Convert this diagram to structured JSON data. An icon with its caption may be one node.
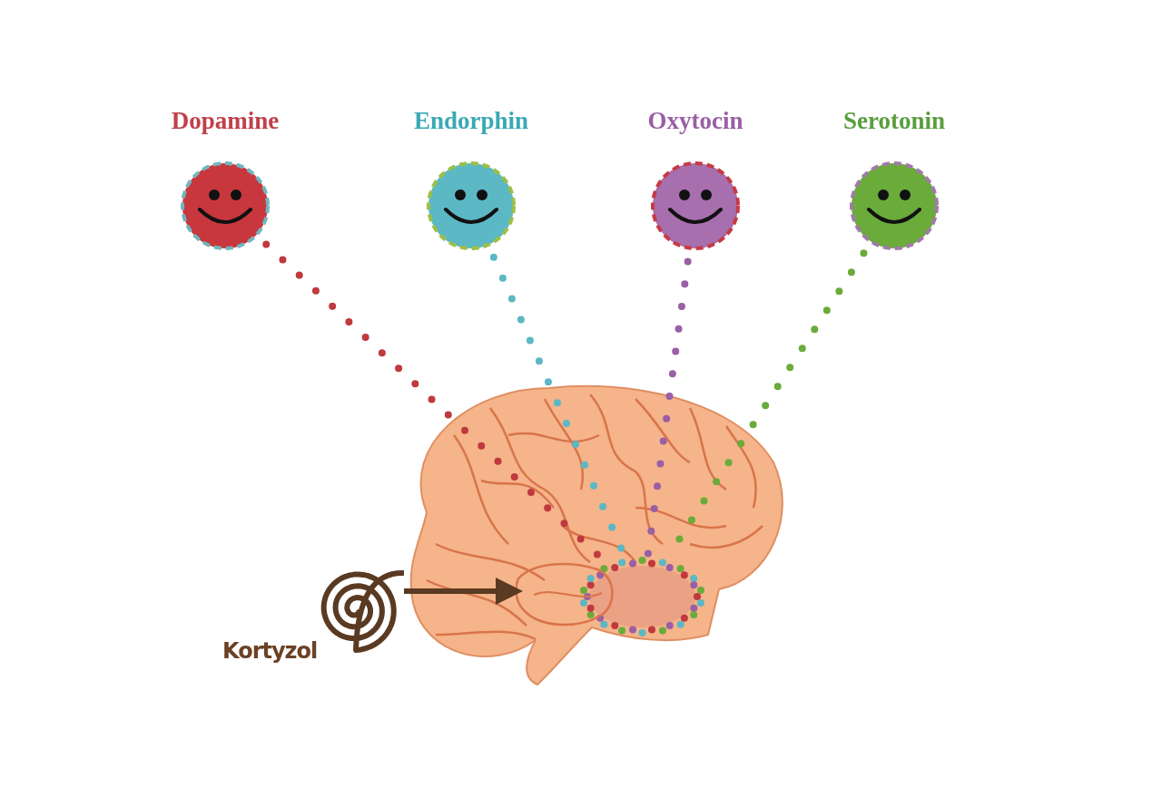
{
  "diagram": {
    "nodes": [
      {
        "text": [
          "Dopamine"
        ]
      },
      {
        "text": [
          "Endorphin"
        ]
      },
      {
        "text": [
          "Oxytocin"
        ]
      },
      {
        "text": [
          "Serotonin"
        ]
      },
      {
        "text": [],
        "shape": "picture"
      },
      {
        "text": [],
        "shape": "circle",
        "in": 4
      },
      {
        "text": [
          "Kortyzol"
        ]
      },
      {
        "text": [],
        "shape": "picture",
        "in": 4
      }
    ],
    "edges": [
      {
        "from": 0,
        "to": 5,
        "arrow": "none",
        "style": "dashed",
        "color": "#c0393f"
      },
      {
        "from": 1,
        "to": 5,
        "arrow": "none",
        "style": "dashed",
        "color": "#5bb8c4"
      },
      {
        "from": 2,
        "to": 5,
        "arrow": "none",
        "style": "dashed",
        "color": "#9a5fa5"
      },
      {
        "from": 3,
        "to": 5,
        "arrow": "none",
        "style": "dashed",
        "color": "#6aab3a"
      },
      {
        "from": 6,
        "to": 7,
        "arrow": "to",
        "color": "#5a3a22"
      }
    ]
  }
}
